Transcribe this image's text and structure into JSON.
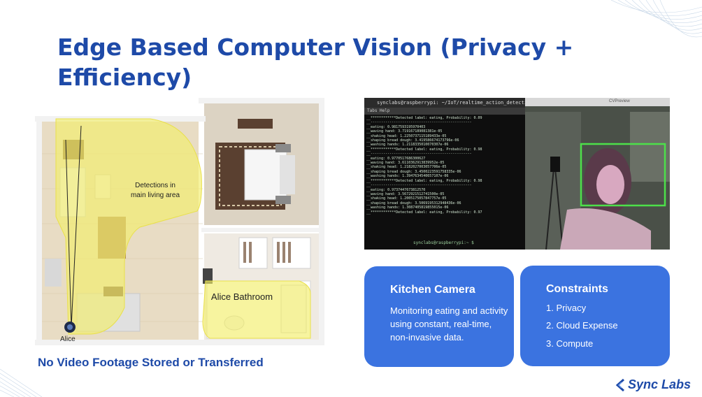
{
  "slide": {
    "title": "Edge Based Computer Vision (Privacy + Efficiency)"
  },
  "floorplan": {
    "detection_label_line1": "Detections in",
    "detection_label_line2": "main living area",
    "bathroom_label": "Alice Bathroom",
    "person_label": "Alice"
  },
  "left_caption": "No Video Footage Stored or Transferred",
  "terminal": {
    "title": "synclabs@raspberrypi: ~/IoT/realtime_action_detection/src",
    "menu": "Tabs  Help",
    "lines": [
      "__************Detected label: eating, Probability: 0.09",
      "__------------------------------------------------",
      "__eating: 0.9817593195970403",
      "__waving hand: 3.719167189081381e-05",
      "__shaking head: 1.2250737115189433e-05",
      "__shaping bread dough: 3.419586674173796e-06",
      "__washing hands: 1.2118335010070307e-06",
      "__************Detected label: eating, Probability: 0.98",
      "__------------------------------------------------",
      "__eating: 0.9770517686300627",
      "__waving hand: 3.6110362913839952e-05",
      "__shaking head: 1.2182027003057706e-05",
      "__shaping bread dough: 3.4500223591758335e-06",
      "__washing hands: 1.3947634540657107e-06",
      "__************Detected label: eating, Probability: 0.98",
      "__------------------------------------------------",
      "__eating: 0.9737447673812570",
      "__waving hand: 3.5672921512741500e-05",
      "__shaking head: 1.2005175057847757e-05",
      "__shaping bread dough: 3.5069195312948436e-06",
      "__washing hands: 1.3087405819855015e-06",
      "__************Detected label: eating, Probability: 0.97"
    ],
    "prompt": "synclabs@raspberrypi:~ $"
  },
  "camera_window_title": "CVPreview",
  "kitchen_card": {
    "heading": "Kitchen Camera",
    "body": "Monitoring eating and activity using constant, real-time, non-invasive data."
  },
  "constraints_card": {
    "heading": "Constraints",
    "items": [
      "1. Privacy",
      "2. Cloud Expense",
      "3. Compute"
    ]
  },
  "logo": {
    "text": "Sync Labs"
  },
  "colors": {
    "brand_blue": "#1e4aa8",
    "card_blue": "#3b73e0",
    "detection_yellow": "#f3ee6c",
    "bbox_green": "#4de04a"
  }
}
